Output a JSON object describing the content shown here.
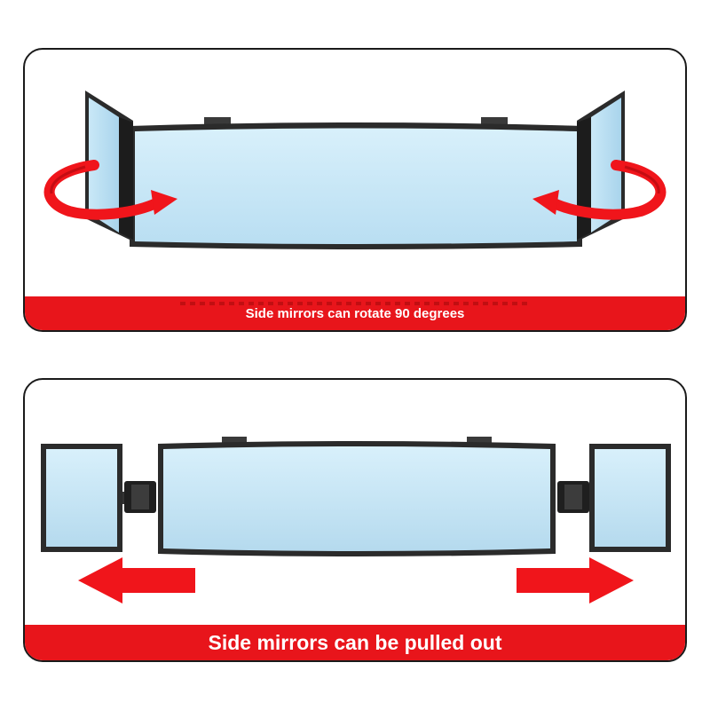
{
  "panels": [
    {
      "id": "rotate",
      "caption": "Side mirrors can rotate 90 degrees"
    },
    {
      "id": "pull-out",
      "caption": "Side mirrors can be pulled out"
    }
  ],
  "colors": {
    "banner": "#e8151b",
    "arrow": "#f0151b",
    "frame": "#2b2b2b",
    "glass_top": "#cfeaf8",
    "glass_bottom": "#b7dcf0"
  },
  "icons": {
    "rotate_arrow": "curved-rotate-arrow-icon",
    "pull_arrow": "block-arrow-icon"
  }
}
